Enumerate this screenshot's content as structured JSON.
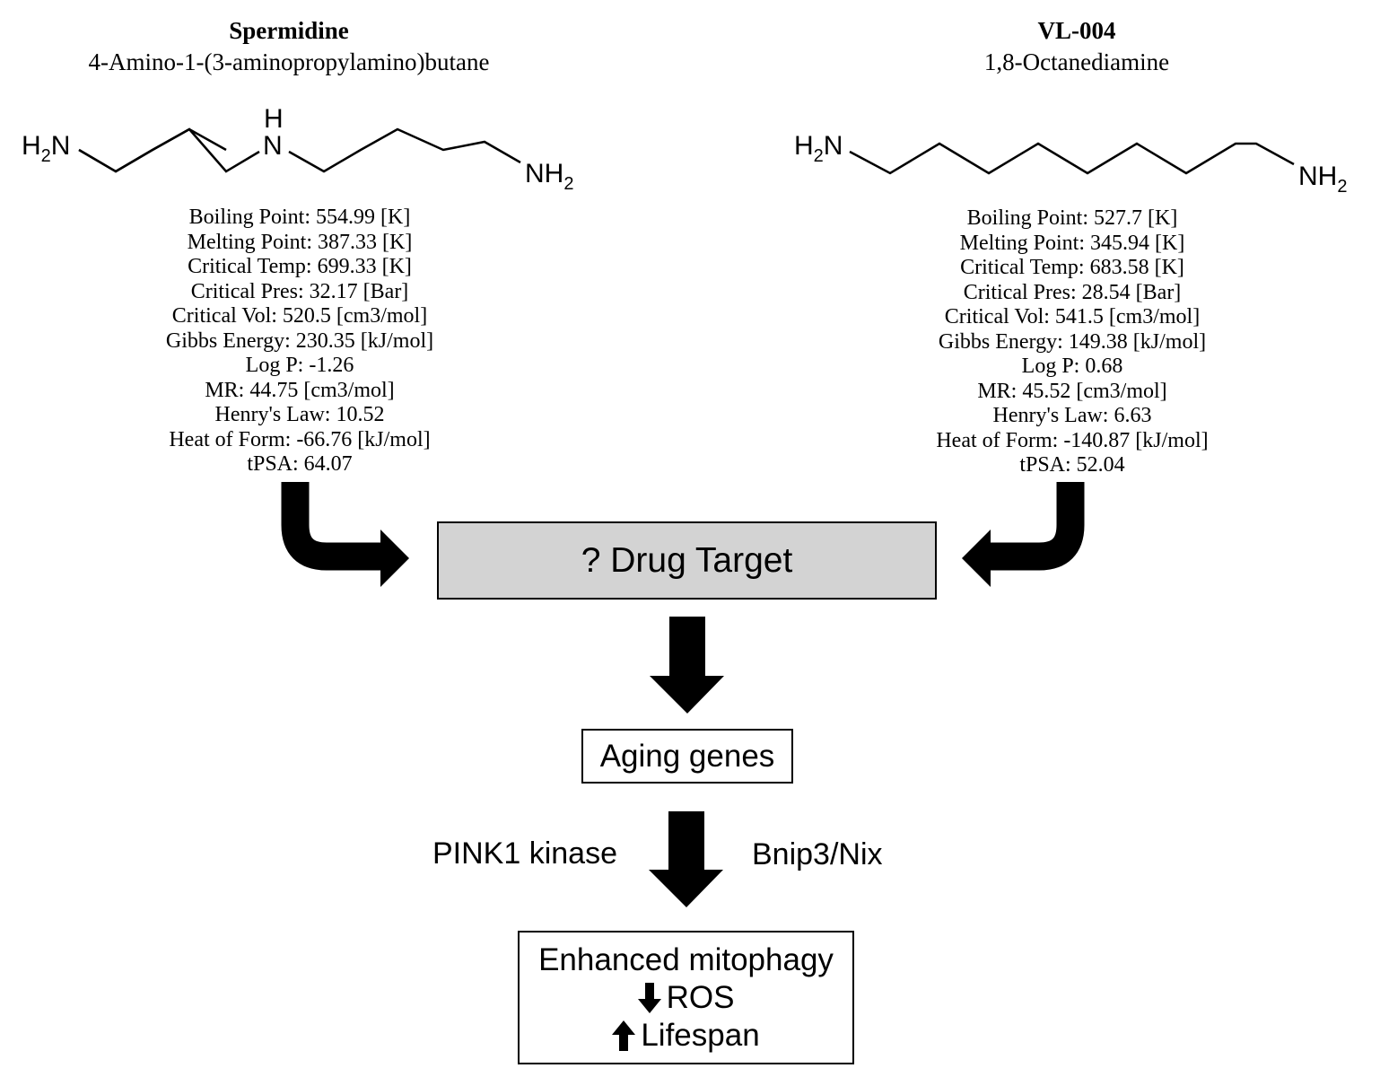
{
  "compounds": [
    {
      "name": "Spermidine",
      "iupac": "4-Amino-1-(3-aminopropylamino)butane",
      "structure_labels": {
        "left": "H2N",
        "middle_h": "H",
        "middle_n": "N",
        "right": "NH2"
      },
      "properties": [
        "Boiling Point: 554.99 [K]",
        "Melting Point: 387.33 [K]",
        "Critical Temp: 699.33 [K]",
        "Critical Pres: 32.17 [Bar]",
        "Critical Vol: 520.5 [cm3/mol]",
        "Gibbs Energy: 230.35 [kJ/mol]",
        "Log P: -1.26",
        "MR: 44.75 [cm3/mol]",
        "Henry's Law: 10.52",
        "Heat of Form: -66.76 [kJ/mol]",
        "tPSA: 64.07"
      ]
    },
    {
      "name": "VL-004",
      "iupac": "1,8-Octanediamine",
      "structure_labels": {
        "left": "H2N",
        "right": "NH2"
      },
      "properties": [
        "Boiling Point: 527.7 [K]",
        "Melting Point: 345.94 [K]",
        "Critical Temp: 683.58 [K]",
        "Critical Pres: 28.54 [Bar]",
        "Critical Vol: 541.5 [cm3/mol]",
        "Gibbs Energy: 149.38 [kJ/mol]",
        "Log P: 0.68",
        "MR: 45.52 [cm3/mol]",
        "Henry's Law: 6.63",
        "Heat of Form: -140.87 [kJ/mol]",
        "tPSA: 52.04"
      ]
    }
  ],
  "flow": {
    "drug_target": "? Drug Target",
    "aging_genes": "Aging genes",
    "pathway_left": "PINK1 kinase",
    "pathway_right": "Bnip3/Nix",
    "outcome": {
      "line1": "Enhanced mitophagy",
      "line2": "ROS",
      "line3": "Lifespan",
      "line2_arrow": "down-arrow-icon",
      "line3_arrow": "up-arrow-icon"
    }
  },
  "colors": {
    "drug_target_fill": "#d3d3d3",
    "ink": "#000000"
  }
}
